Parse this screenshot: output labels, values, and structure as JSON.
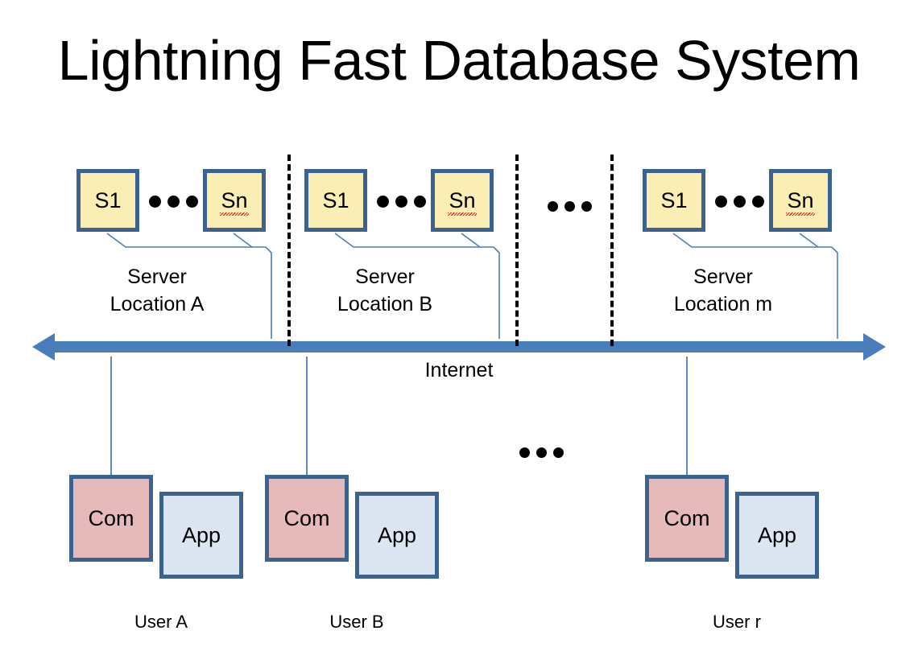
{
  "title": "Lightning Fast Database System",
  "colors": {
    "server_fill": "#faeeb4",
    "computer_fill": "#e6b9ba",
    "application_fill": "#dce6f2",
    "box_border": "#3c638f",
    "internet_arrow": "#4a7ebb",
    "connector_line": "#4a7ebb",
    "divider": "#000000",
    "text": "#000000",
    "background": "#ffffff"
  },
  "network": {
    "backbone_label": "Internet",
    "backbone_direction": "bidirectional"
  },
  "server_locations": [
    {
      "caption": "Server\nLocation A",
      "first_server": "S1",
      "last_server": "Sn",
      "ellipsis": "•••",
      "last_server_misspelled": true
    },
    {
      "caption": "Server\nLocation B",
      "first_server": "S1",
      "last_server": "Sn",
      "ellipsis": "•••",
      "last_server_misspelled": true
    },
    {
      "caption": "Server\nLocation m",
      "first_server": "S1",
      "last_server": "Sn",
      "ellipsis": "•••",
      "last_server_misspelled": true
    }
  ],
  "server_group_ellipsis": "•••",
  "users": [
    {
      "label": "User A",
      "computer": "Com",
      "application": "App"
    },
    {
      "label": "User B",
      "computer": "Com",
      "application": "App"
    },
    {
      "label": "User r",
      "computer": "Com",
      "application": "App"
    }
  ],
  "user_group_ellipsis": "•••"
}
